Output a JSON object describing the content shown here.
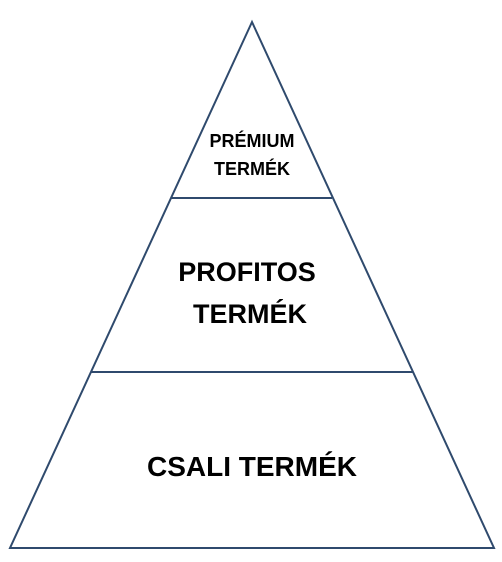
{
  "diagram": {
    "tiers": [
      {
        "id": "premium",
        "lines": [
          "PRÉMIUM",
          "TERMÉK"
        ]
      },
      {
        "id": "profitable",
        "lines": [
          "PROFITOS",
          "TERMÉK"
        ]
      },
      {
        "id": "decoy",
        "lines": [
          "CSALI TERMÉK"
        ]
      }
    ]
  },
  "colors": {
    "outline": "#2f4a6d",
    "text": "#000000",
    "background": "#ffffff"
  }
}
